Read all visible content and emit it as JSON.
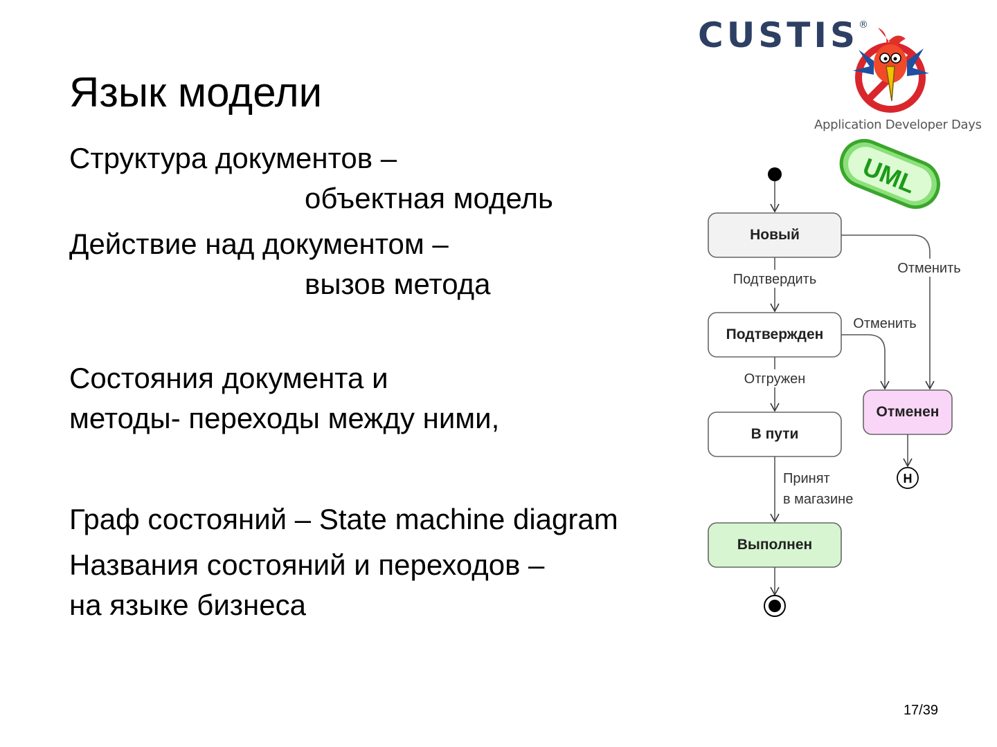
{
  "slide": {
    "title": "Язык модели",
    "lines": [
      "Структура документов –",
      "объектная модель",
      "Действие над документом –",
      "вызов метода",
      "Состояния документа и",
      "методы- переходы между ними,",
      "Граф состояний – State machine diagram",
      "Названия состояний и переходов –",
      "на языке бизнеса"
    ],
    "page_number": "17/39"
  },
  "logo": {
    "brand": "CUSTIS",
    "registered_mark": "®",
    "caption": "Application Developer Days"
  },
  "badge": {
    "label": "UML",
    "color": "#22a51c"
  },
  "diagram": {
    "states": {
      "new": "Новый",
      "confirmed": "Подтвержден",
      "in_transit": "В пути",
      "done": "Выполнен",
      "cancelled": "Отменен"
    },
    "transitions": {
      "confirm": "Подтвердить",
      "cancel_from_new": "Отменить",
      "cancel_from_confirmed": "Отменить",
      "shipped": "Отгружен",
      "accepted_line1": "Принят",
      "accepted_line2": "в магазине"
    },
    "history_marker": "H",
    "colors": {
      "new_fill": "#f2f2f2",
      "neutral_fill": "#ffffff",
      "done_fill": "#d6f5d0",
      "cancelled_fill": "#f9d6f7",
      "stroke": "#555555"
    }
  }
}
